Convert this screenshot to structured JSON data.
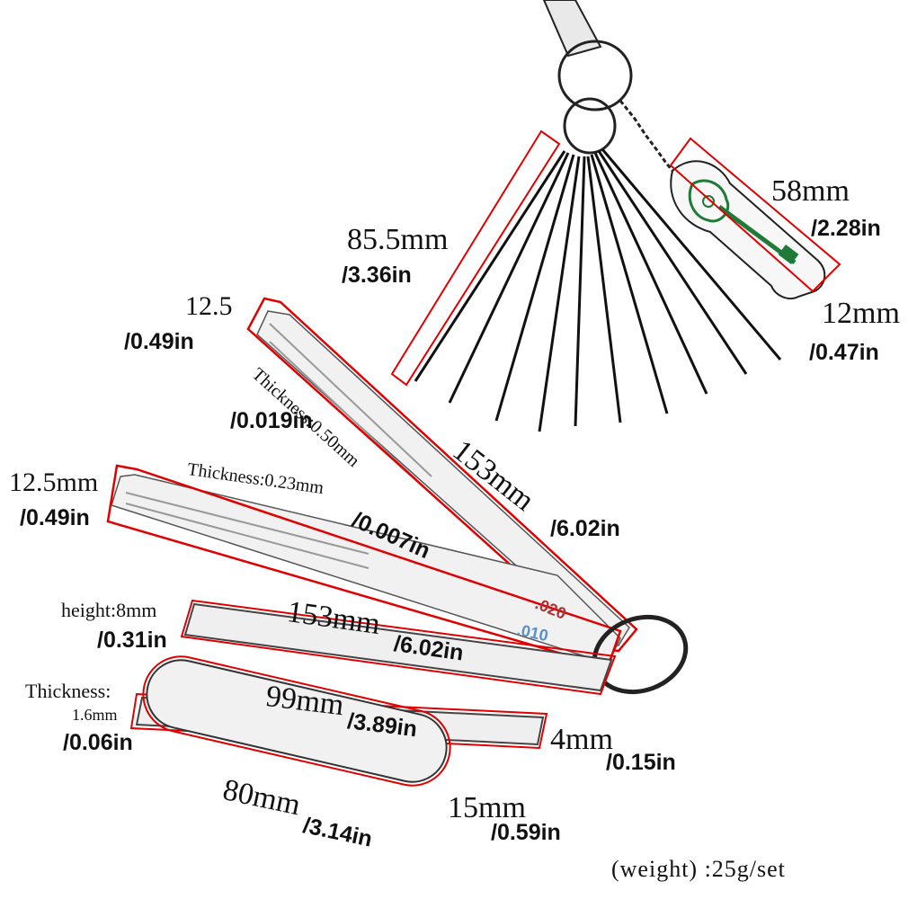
{
  "product": {
    "weight_text": "(weight) :25g/set",
    "accent_color": "#e00000",
    "metal_color": "#e9e9e9",
    "wire_color": "#111111",
    "keychain_color": "#1f7a3a"
  },
  "needles": {
    "length_mm": "85.5mm",
    "length_in": "/3.36in"
  },
  "guitar_key": {
    "length_mm": "58mm",
    "length_in": "/2.28in",
    "width_mm": "12mm",
    "width_in": "/0.47in"
  },
  "long_gauge": {
    "width_mm": "12.5",
    "width_in": "/0.49in",
    "thickness": "Thickness:0.50mm",
    "thickness_in": "/0.019in",
    "length_mm": "153mm",
    "length_in": "/6.02in",
    "mark": ".020"
  },
  "short_gauge": {
    "width_mm": "12.5mm",
    "width_in": "/0.49in",
    "thickness": "Thickness:0.23mm",
    "thickness_in": "/0.007in",
    "mark": ".010"
  },
  "file_bar": {
    "height": "height:8mm",
    "height_in": "/0.31in",
    "length_mm": "153mm",
    "length_in": "/6.02in"
  },
  "small_file": {
    "length_mm": "99mm",
    "length_in": "/3.89in",
    "width_mm": "4mm",
    "width_in": "/0.15in"
  },
  "round_file": {
    "thickness_label": "Thickness:",
    "thickness": "1.6mm",
    "thickness_in": "/0.06in",
    "length_mm": "80mm",
    "length_in": "/3.14in",
    "width_mm": "15mm",
    "width_in": "/0.59in"
  }
}
